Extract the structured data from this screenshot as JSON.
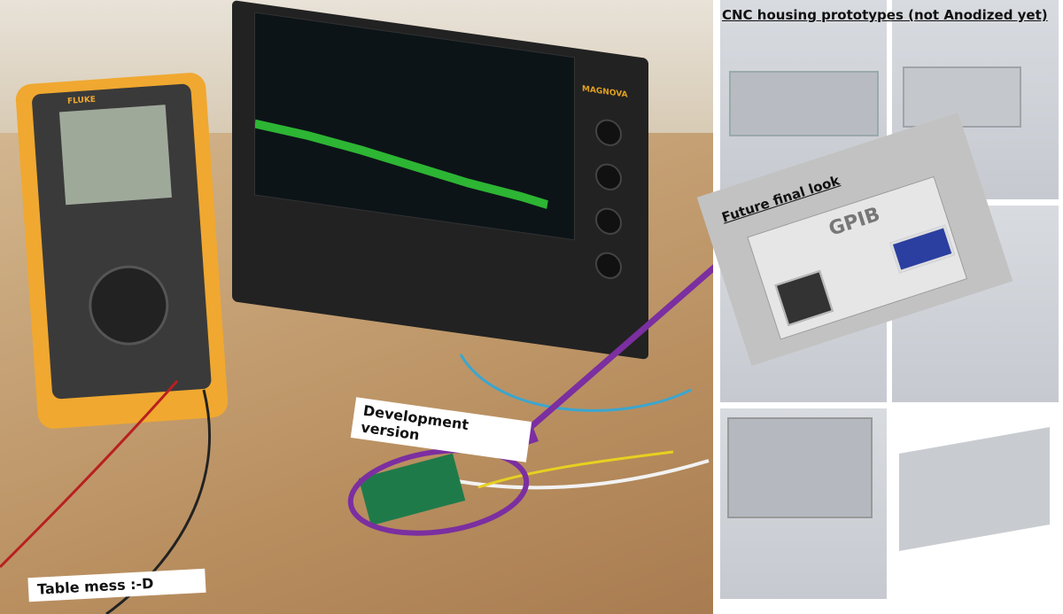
{
  "labels": {
    "development": "Development version",
    "table_mess": "Table mess :-D",
    "cnc_title": "CNC housing prototypes (not Anodized yet)",
    "future": "Future final look"
  },
  "device_text": {
    "multimeter_brand": "FLUKE",
    "scope_brand": "MAGNOVA",
    "housing_logo": "GPIB"
  },
  "colors": {
    "annotation": "#7b2fa0",
    "scope_trace": "#34d13a",
    "multimeter": "#f0a830"
  }
}
